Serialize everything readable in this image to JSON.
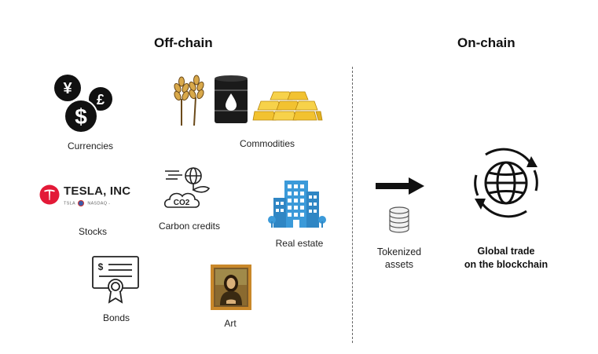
{
  "headings": {
    "off_chain": "Off-chain",
    "on_chain": "On-chain"
  },
  "assets": {
    "currencies": "Currencies",
    "commodities": "Commodities",
    "stocks": "Stocks",
    "carbon_credits": "Carbon credits",
    "real_estate": "Real estate",
    "bonds": "Bonds",
    "art": "Art"
  },
  "tesla": {
    "name": "TESLA, INC",
    "ticker": "TSLA",
    "exchange": "NASDAQ",
    "suffix": "-"
  },
  "carbon_icon_text": "CO2",
  "currency_symbols": {
    "yen": "¥",
    "pound": "£",
    "dollar": "$"
  },
  "bond_symbol": "$",
  "tokenized": {
    "line1": "Tokenized",
    "line2": "assets"
  },
  "global_trade": {
    "line1": "Global trade",
    "line2": "on the blockchain"
  },
  "colors": {
    "gold": "#f2c230",
    "tesla_red": "#e31937",
    "frame_gold": "#c9882a",
    "building_blue": "#3b9ad9",
    "wheat": "#c8963c"
  }
}
